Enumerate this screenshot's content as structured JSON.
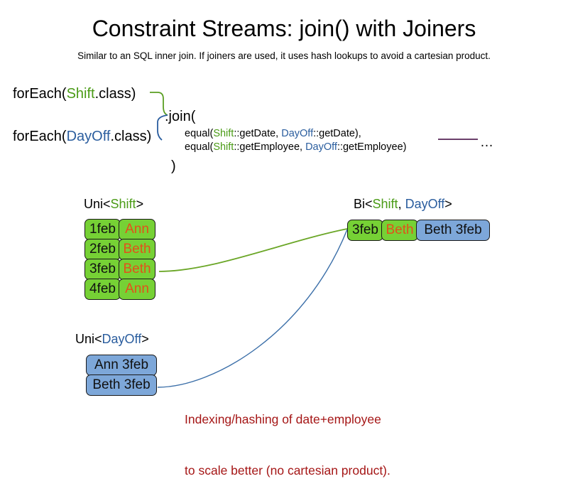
{
  "slide": {
    "title": "Constraint Streams: join() with Joiners",
    "subtitle": "Similar to an SQL inner join. If joiners are used, it uses hash lookups to avoid a cartesian product."
  },
  "code": {
    "foreach_shift": {
      "prefix": "forEach(",
      "type": "Shift",
      "suffix": ".class)"
    },
    "foreach_dayoff": {
      "prefix": "forEach(",
      "type": "DayOff",
      "suffix": ".class)"
    },
    "join_open": ".join(",
    "join_close": ")",
    "joiner_1": {
      "prefix": "equal(",
      "left_type": "Shift",
      "left_method": "::getDate, ",
      "right_type": "DayOff",
      "right_method": "::getDate),"
    },
    "joiner_2": {
      "prefix": "equal(",
      "left_type": "Shift",
      "left_method": "::getEmployee, ",
      "right_type": "DayOff",
      "right_method": "::getEmployee)"
    },
    "ellipsis": "…"
  },
  "streams": {
    "uni_shift": {
      "header_prefix": "Uni<",
      "header_type": "Shift",
      "header_suffix": ">",
      "rows": [
        {
          "date": "1feb",
          "employee": "Ann"
        },
        {
          "date": "2feb",
          "employee": "Beth"
        },
        {
          "date": "3feb",
          "employee": "Beth"
        },
        {
          "date": "4feb",
          "employee": "Ann"
        }
      ]
    },
    "uni_dayoff": {
      "header_prefix": "Uni<",
      "header_type": "DayOff",
      "header_suffix": ">",
      "rows": [
        {
          "value": "Ann 3feb"
        },
        {
          "value": "Beth 3feb"
        }
      ]
    },
    "bi": {
      "header_prefix": "Bi<",
      "header_type_a": "Shift",
      "header_separator": ", ",
      "header_type_b": "DayOff",
      "header_suffix": ">",
      "row": {
        "date": "3feb",
        "employee": "Beth",
        "dayoff": "Beth 3feb"
      }
    }
  },
  "annotation": {
    "line_1": "Indexing/hashing of date+employee",
    "line_2": "to scale better (no cartesian product)."
  },
  "colors": {
    "shift_green": "#76d135",
    "shift_green_text": "#4a9b16",
    "dayoff_blue": "#7da7d9",
    "dayoff_blue_text": "#2a5d9e",
    "employee_orange": "#e2511a",
    "annotation_red": "#a51616",
    "rule_purple": "#6b3f6b",
    "box_border": "#1a1a1a"
  }
}
